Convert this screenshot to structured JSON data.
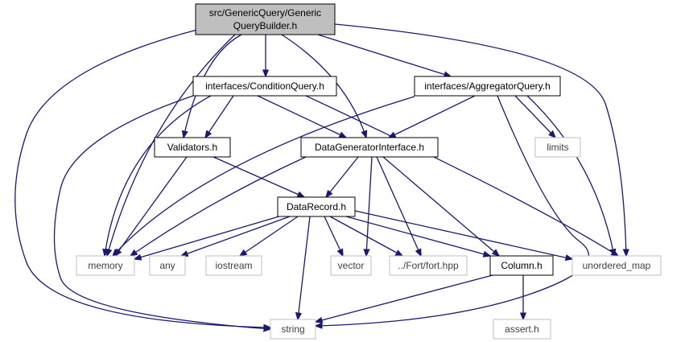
{
  "graph": {
    "colors": {
      "edge": "#191970",
      "box_border_internal": "#000000",
      "box_border_external": "#bfbfbf",
      "root_fill": "#bfbfbf",
      "node_fill": "#ffffff"
    },
    "nodes": [
      {
        "id": "root",
        "label": [
          "src/GenericQuery/Generic",
          "QueryBuilder.h"
        ],
        "kind": "root"
      },
      {
        "id": "cond",
        "label": [
          "interfaces/ConditionQuery.h"
        ],
        "kind": "internal"
      },
      {
        "id": "aggr",
        "label": [
          "interfaces/AggregatorQuery.h"
        ],
        "kind": "internal"
      },
      {
        "id": "valid",
        "label": [
          "Validators.h"
        ],
        "kind": "internal"
      },
      {
        "id": "dgi",
        "label": [
          "DataGeneratorInterface.h"
        ],
        "kind": "internal"
      },
      {
        "id": "limits",
        "label": [
          "limits"
        ],
        "kind": "external"
      },
      {
        "id": "drec",
        "label": [
          "DataRecord.h"
        ],
        "kind": "internal"
      },
      {
        "id": "memory",
        "label": [
          "memory"
        ],
        "kind": "external"
      },
      {
        "id": "any",
        "label": [
          "any"
        ],
        "kind": "external"
      },
      {
        "id": "iostream",
        "label": [
          "iostream"
        ],
        "kind": "external"
      },
      {
        "id": "vector",
        "label": [
          "vector"
        ],
        "kind": "external"
      },
      {
        "id": "fort",
        "label": [
          "../Fort/fort.hpp"
        ],
        "kind": "external"
      },
      {
        "id": "column",
        "label": [
          "Column.h"
        ],
        "kind": "internal"
      },
      {
        "id": "umap",
        "label": [
          "unordered_map"
        ],
        "kind": "external"
      },
      {
        "id": "string",
        "label": [
          "string"
        ],
        "kind": "external"
      },
      {
        "id": "assert",
        "label": [
          "assert.h"
        ],
        "kind": "external"
      }
    ],
    "edges": [
      [
        "root",
        "cond"
      ],
      [
        "root",
        "aggr"
      ],
      [
        "root",
        "valid"
      ],
      [
        "root",
        "dgi"
      ],
      [
        "root",
        "memory"
      ],
      [
        "root",
        "string"
      ],
      [
        "root",
        "umap"
      ],
      [
        "cond",
        "valid"
      ],
      [
        "cond",
        "dgi"
      ],
      [
        "cond",
        "memory"
      ],
      [
        "cond",
        "string"
      ],
      [
        "cond",
        "umap"
      ],
      [
        "aggr",
        "dgi"
      ],
      [
        "aggr",
        "limits"
      ],
      [
        "aggr",
        "memory"
      ],
      [
        "aggr",
        "umap"
      ],
      [
        "aggr",
        "string"
      ],
      [
        "valid",
        "memory"
      ],
      [
        "valid",
        "drec"
      ],
      [
        "dgi",
        "drec"
      ],
      [
        "dgi",
        "memory"
      ],
      [
        "dgi",
        "vector"
      ],
      [
        "dgi",
        "fort"
      ],
      [
        "dgi",
        "column"
      ],
      [
        "drec",
        "memory"
      ],
      [
        "drec",
        "any"
      ],
      [
        "drec",
        "iostream"
      ],
      [
        "drec",
        "vector"
      ],
      [
        "drec",
        "fort"
      ],
      [
        "drec",
        "column"
      ],
      [
        "drec",
        "umap"
      ],
      [
        "drec",
        "string"
      ],
      [
        "column",
        "string"
      ],
      [
        "column",
        "assert"
      ]
    ]
  }
}
